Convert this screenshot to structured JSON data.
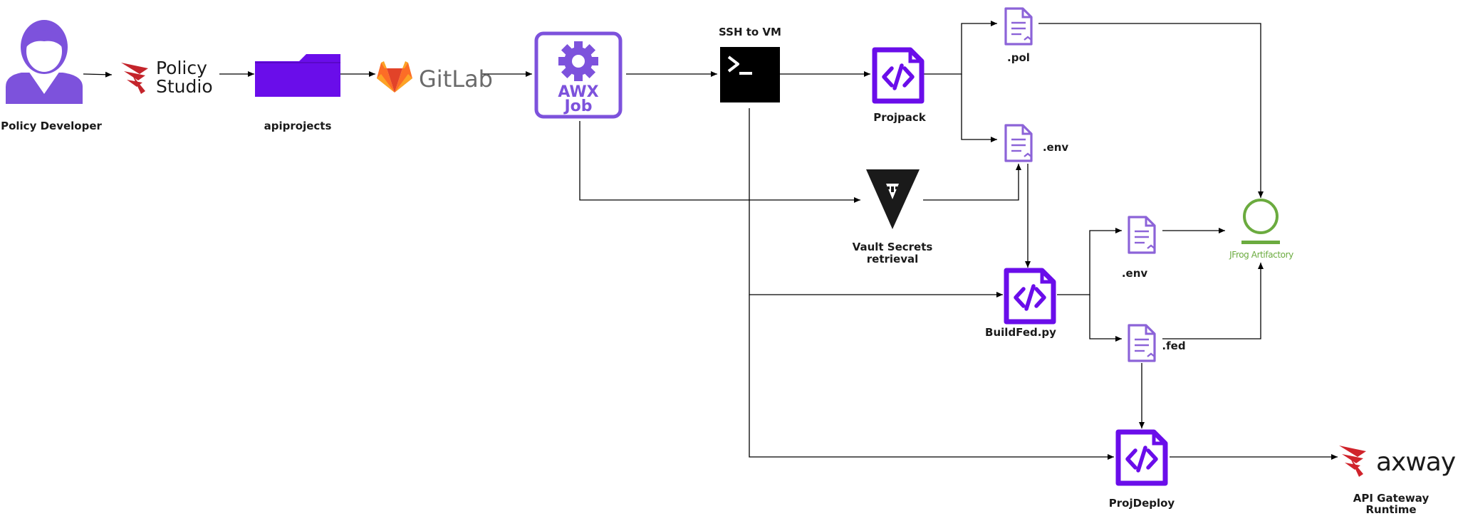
{
  "colors": {
    "purple_dark": "#6a0dea",
    "purple_mid": "#7d52dc",
    "purple_light": "#8c63d8",
    "gitlab_orange": "#e24329",
    "gitlab_text": "#6b6b6b",
    "axway_red": "#d0232b",
    "jfrog_green": "#6bab3f",
    "terminal_black": "#000000"
  },
  "nodes": {
    "policy_developer": {
      "label": "Policy Developer",
      "icon": "user-icon"
    },
    "policy_studio": {
      "line1": "Policy",
      "line2": "Studio",
      "icon": "policy-studio-logo-icon"
    },
    "apiprojects": {
      "label": "apiprojects",
      "icon": "folder-icon"
    },
    "gitlab": {
      "label": "GitLab",
      "icon": "gitlab-logo-icon"
    },
    "awx_job": {
      "line1": "AWX",
      "line2": "Job",
      "icon": "gear-icon"
    },
    "ssh": {
      "label": "SSH to VM",
      "icon": "terminal-icon"
    },
    "projpack": {
      "label": "Projpack",
      "icon": "code-file-icon"
    },
    "pol_file": {
      "label": ".pol",
      "icon": "document-icon"
    },
    "env_file_1": {
      "label": ".env",
      "icon": "document-icon"
    },
    "vault": {
      "line1": "Vault Secrets",
      "line2": "retrieval",
      "icon": "vault-logo-icon"
    },
    "buildfed": {
      "label": "BuildFed.py",
      "icon": "code-file-icon"
    },
    "env_file_2": {
      "label": ".env",
      "icon": "document-icon"
    },
    "fed_file": {
      "label": ".fed",
      "icon": "document-icon"
    },
    "jfrog": {
      "label": "JFrog Artifactory",
      "icon": "jfrog-logo-icon"
    },
    "projdeploy": {
      "label": "ProjDeploy",
      "icon": "code-file-icon"
    },
    "axway": {
      "brand": "axway",
      "line1": "API Gateway",
      "line2": "Runtime",
      "icon": "axway-logo-icon"
    }
  },
  "edges": [
    {
      "from": "policy_developer",
      "to": "policy_studio"
    },
    {
      "from": "policy_studio",
      "to": "apiprojects"
    },
    {
      "from": "apiprojects",
      "to": "gitlab"
    },
    {
      "from": "gitlab",
      "to": "awx_job"
    },
    {
      "from": "awx_job",
      "to": "ssh"
    },
    {
      "from": "ssh",
      "to": "projpack"
    },
    {
      "from": "projpack",
      "to": "pol_file"
    },
    {
      "from": "projpack",
      "to": "env_file_1"
    },
    {
      "from": "pol_file",
      "to": "jfrog"
    },
    {
      "from": "awx_job",
      "to": "vault"
    },
    {
      "from": "vault",
      "to": "env_file_1"
    },
    {
      "from": "env_file_1",
      "to": "buildfed"
    },
    {
      "from": "ssh",
      "to": "buildfed"
    },
    {
      "from": "buildfed",
      "to": "env_file_2"
    },
    {
      "from": "buildfed",
      "to": "fed_file"
    },
    {
      "from": "env_file_2",
      "to": "jfrog"
    },
    {
      "from": "fed_file",
      "to": "jfrog"
    },
    {
      "from": "fed_file",
      "to": "projdeploy"
    },
    {
      "from": "ssh",
      "to": "projdeploy"
    },
    {
      "from": "projdeploy",
      "to": "axway"
    }
  ]
}
